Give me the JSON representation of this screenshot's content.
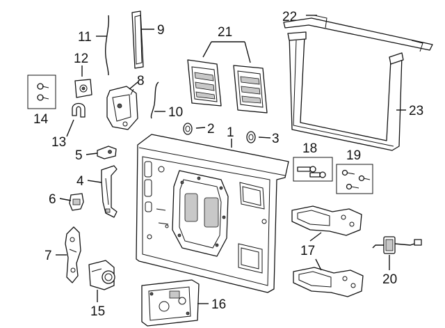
{
  "callouts": [
    {
      "id": "p1",
      "label": "1"
    },
    {
      "id": "p2",
      "label": "2"
    },
    {
      "id": "p3",
      "label": "3"
    },
    {
      "id": "p4",
      "label": "4"
    },
    {
      "id": "p5",
      "label": "5"
    },
    {
      "id": "p6",
      "label": "6"
    },
    {
      "id": "p7",
      "label": "7"
    },
    {
      "id": "p8",
      "label": "8"
    },
    {
      "id": "p9",
      "label": "9"
    },
    {
      "id": "p10",
      "label": "10"
    },
    {
      "id": "p11",
      "label": "11"
    },
    {
      "id": "p12",
      "label": "12"
    },
    {
      "id": "p13",
      "label": "13"
    },
    {
      "id": "p14",
      "label": "14"
    },
    {
      "id": "p15",
      "label": "15"
    },
    {
      "id": "p16",
      "label": "16"
    },
    {
      "id": "p17",
      "label": "17"
    },
    {
      "id": "p18",
      "label": "18"
    },
    {
      "id": "p19",
      "label": "19"
    },
    {
      "id": "p20",
      "label": "20"
    },
    {
      "id": "p21",
      "label": "21"
    },
    {
      "id": "p22",
      "label": "22"
    },
    {
      "id": "p23",
      "label": "23"
    }
  ],
  "colors": {
    "ink": "#111111",
    "paper": "#ffffff",
    "shade": "#c8c8c8"
  }
}
